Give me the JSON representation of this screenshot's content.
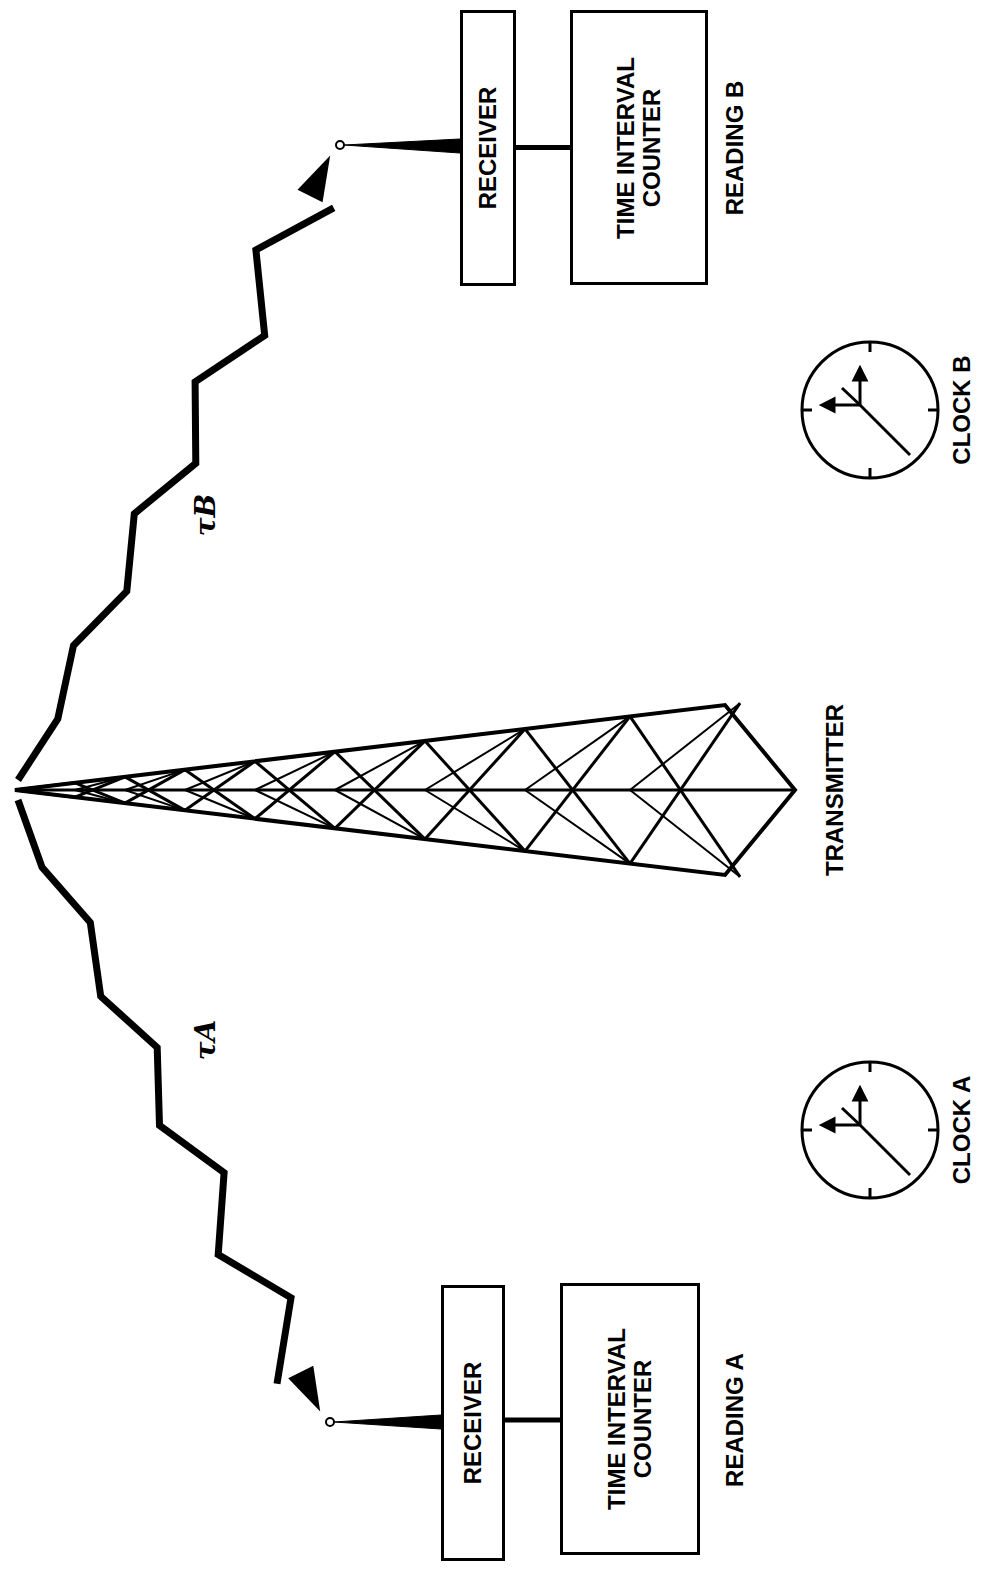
{
  "diagram": {
    "nodes": [
      {
        "text": [
          "RECEIVER"
        ]
      },
      {
        "text": [
          "TIME INTERVAL COUNTER"
        ]
      },
      {
        "text": [
          "RECEIVER"
        ]
      },
      {
        "text": [
          "TIME INTERVAL COUNTER"
        ]
      }
    ],
    "edges": [
      {
        "from": 0,
        "to": 1,
        "arrow": "none"
      },
      {
        "from": 2,
        "to": 3,
        "arrow": "none"
      }
    ],
    "labels": [
      "τB",
      "τA",
      "TRANSMITTER",
      "READING A",
      "CLOCK A",
      "CLOCK B",
      "READING B"
    ]
  }
}
